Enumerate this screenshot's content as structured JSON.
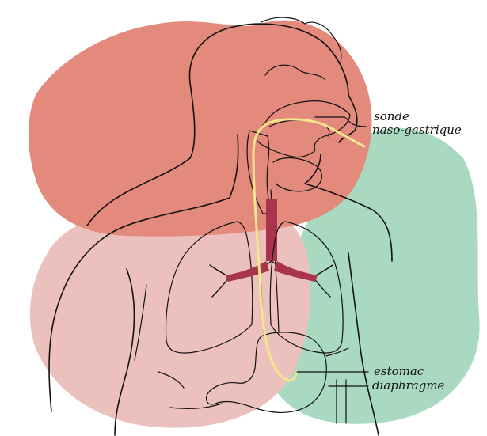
{
  "colors": {
    "head_blob": "#e38a7c",
    "torso_blob": "#ecc1bd",
    "green_blob": "#a9d9c1",
    "lungs": "#a8344e",
    "airway": "#bfe7ea",
    "stomach": "#c7ecf0",
    "tube": "#f5e68c",
    "ink": "#111111"
  },
  "labels": {
    "sonde": "sonde",
    "naso_gastrique": "naso-gastrique",
    "estomac": "estomac",
    "diaphragme": "diaphragme"
  }
}
